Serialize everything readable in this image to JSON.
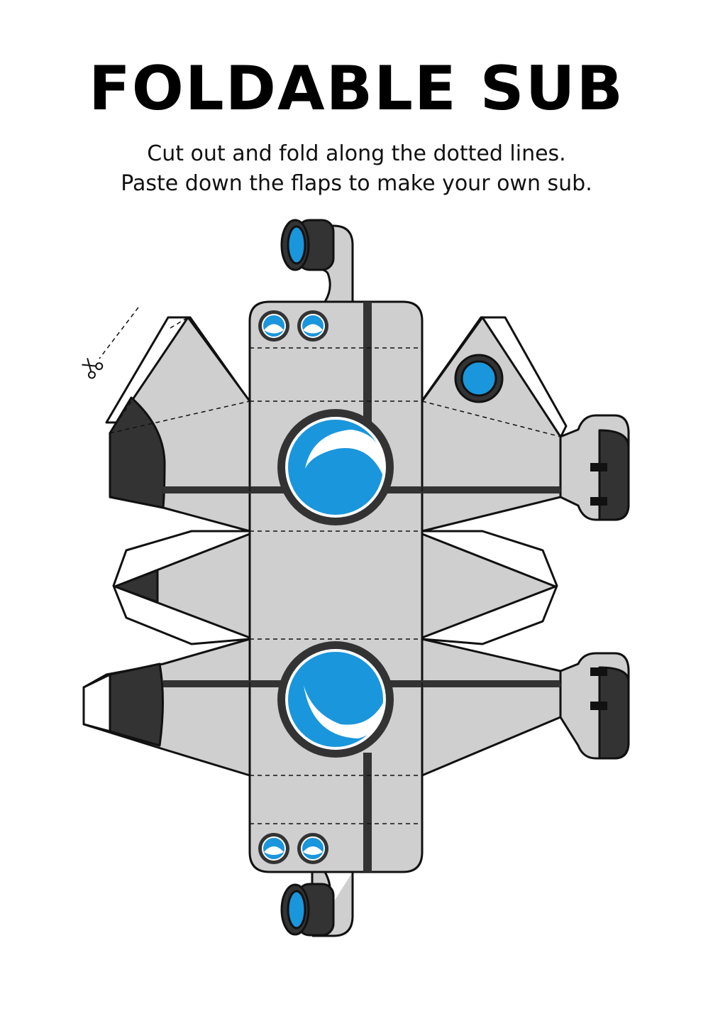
{
  "title": "FOLDABLE SUB",
  "instructions": {
    "line1": "Cut out and fold along the dotted lines.",
    "line2": "Paste down the flaps to make your own sub."
  },
  "colors": {
    "body": "#cfcfcf",
    "dark": "#333333",
    "window_blue": "#1a96dc",
    "outline": "#111111",
    "flap": "#ffffff"
  },
  "icons": [
    "scissors-icon"
  ]
}
